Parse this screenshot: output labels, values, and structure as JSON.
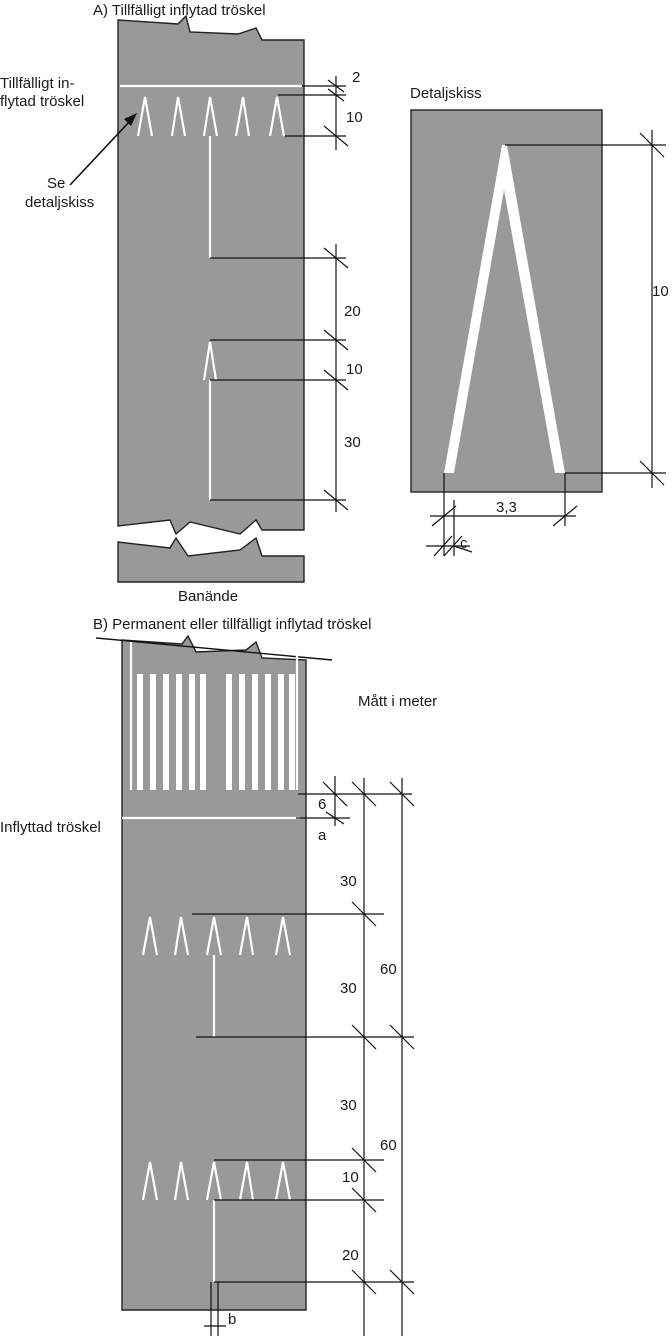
{
  "titles": {
    "a": "A) Tillfälligt inflytad tröskel",
    "b": "B) Permanent eller tillfälligt inflytad tröskel"
  },
  "labels": {
    "temp_threshold_1": "Tillfälligt in-",
    "temp_threshold_2": "flytad tröskel",
    "see_1": "Se",
    "see_2": "detaljskiss",
    "detail_title": "Detaljskiss",
    "runway_end": "Banände",
    "units": "Mått i meter",
    "displaced_threshold": "Inflyttad tröskel"
  },
  "dims_a": {
    "d2": "2",
    "d10a": "10",
    "d20": "20",
    "d10b": "10",
    "d30": "30"
  },
  "dims_detail": {
    "h10": "10",
    "w33": "3,3",
    "c": "c"
  },
  "dims_b": {
    "d6": "6",
    "a": "a",
    "d30a": "30",
    "d30b": "30",
    "d30c": "30",
    "d10": "10",
    "d20": "20",
    "d60a": "60",
    "d60b": "60",
    "b": "b"
  },
  "colors": {
    "pavement": "#999999",
    "marking": "#ffffff",
    "line": "#111111"
  }
}
